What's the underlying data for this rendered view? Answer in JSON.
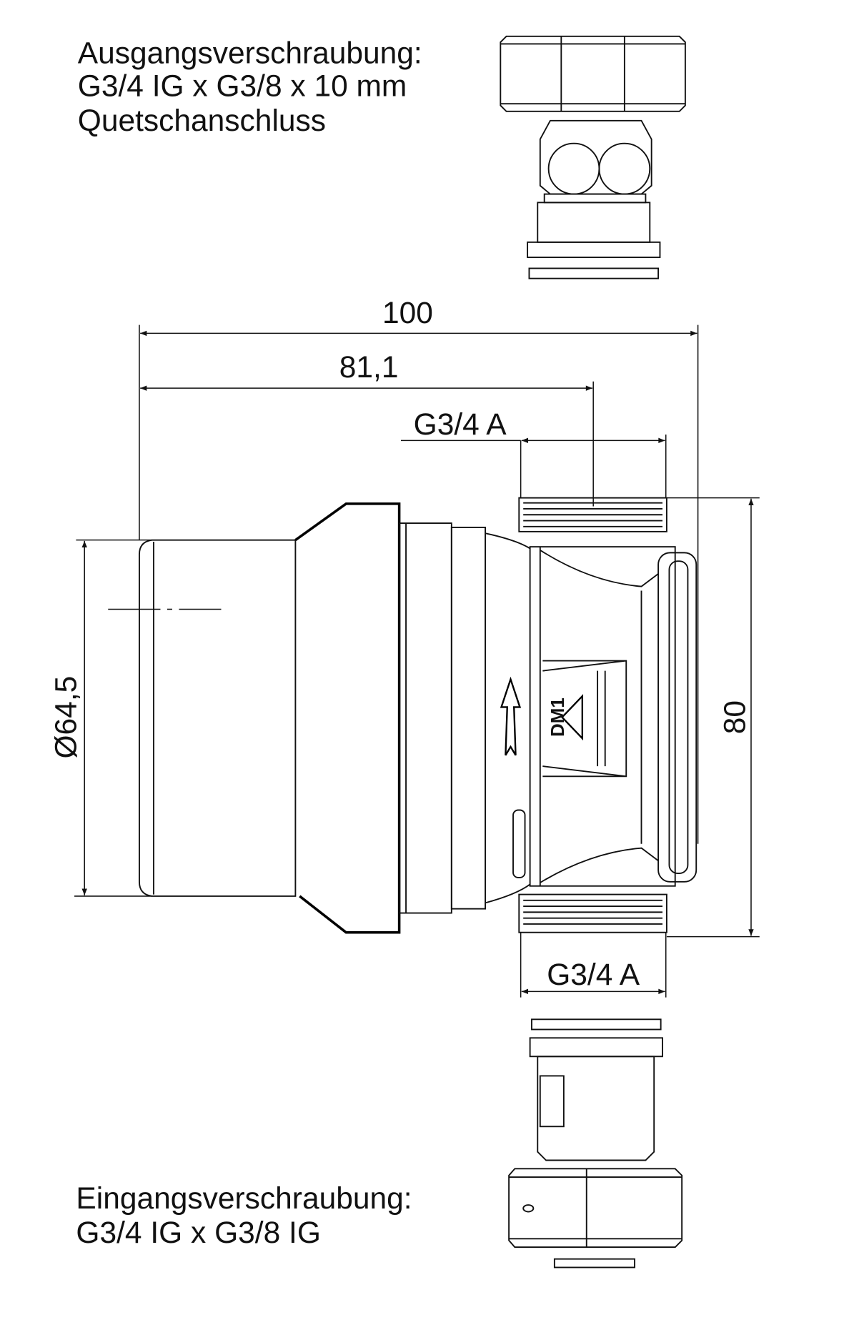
{
  "outlet_fitting": {
    "title": "Ausgangsverschraubung:",
    "spec": "G3/4 IG x G3/8 x 10 mm",
    "type": "Quetschanschluss"
  },
  "inlet_fitting": {
    "title": "Eingangsverschraubung:",
    "spec": "G3/4 IG x G3/8 IG"
  },
  "dimensions": {
    "overall_length": "100",
    "length_to_port": "81,1",
    "thread_top": "G3/4 A",
    "thread_bottom": "G3/4 A",
    "height": "80",
    "diameter": "Ø64,5"
  },
  "body_marking": "DM1"
}
